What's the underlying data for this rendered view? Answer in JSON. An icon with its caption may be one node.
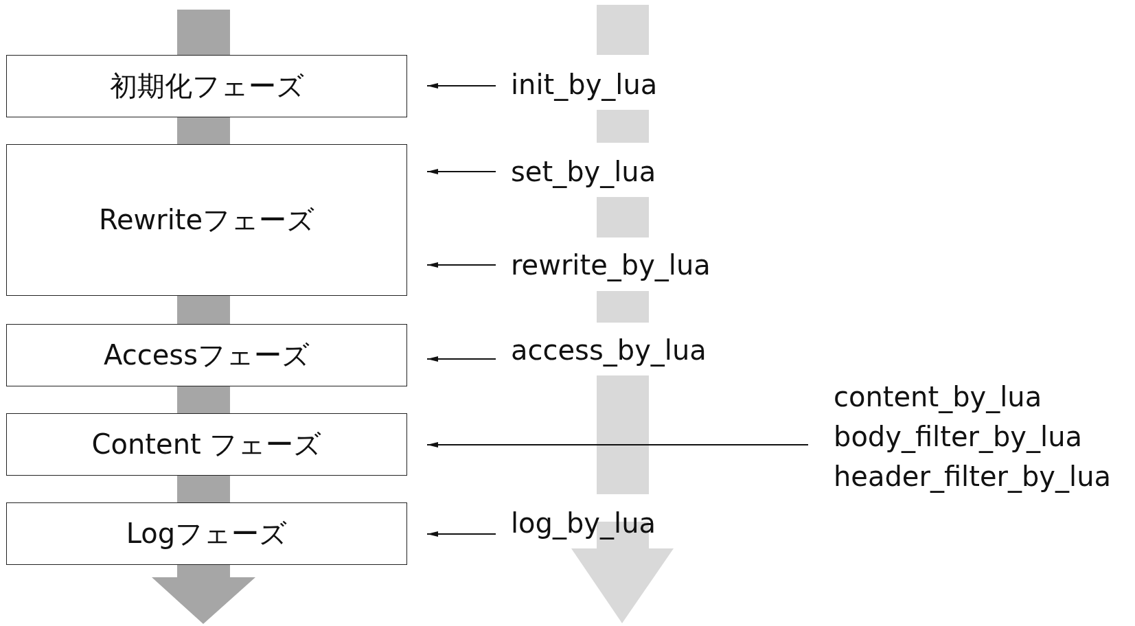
{
  "diagram": {
    "nodes": [
      {
        "text": [
          "初期化フェーズ"
        ]
      },
      {
        "text": [
          "Rewriteフェーズ"
        ]
      },
      {
        "text": [
          "Accessフェーズ"
        ]
      },
      {
        "text": [
          "Content フェーズ"
        ]
      },
      {
        "text": [
          "Logフェーズ"
        ]
      },
      {
        "text": [
          "init_by_lua"
        ]
      },
      {
        "text": [
          "set_by_lua"
        ]
      },
      {
        "text": [
          "rewrite_by_lua"
        ]
      },
      {
        "text": [
          "access_by_lua"
        ]
      },
      {
        "text": [
          "content_by_lua",
          "body_filter_by_lua",
          "header_filter_by_lua"
        ]
      },
      {
        "text": [
          "log_by_lua"
        ]
      }
    ],
    "edges": [
      {
        "from": 5,
        "to": 0,
        "arrow": "to"
      },
      {
        "from": 6,
        "to": 1,
        "arrow": "to"
      },
      {
        "from": 7,
        "to": 1,
        "arrow": "to"
      },
      {
        "from": 8,
        "to": 2,
        "arrow": "to"
      },
      {
        "from": 9,
        "to": 3,
        "arrow": "to"
      },
      {
        "from": 10,
        "to": 4,
        "arrow": "to"
      }
    ]
  }
}
